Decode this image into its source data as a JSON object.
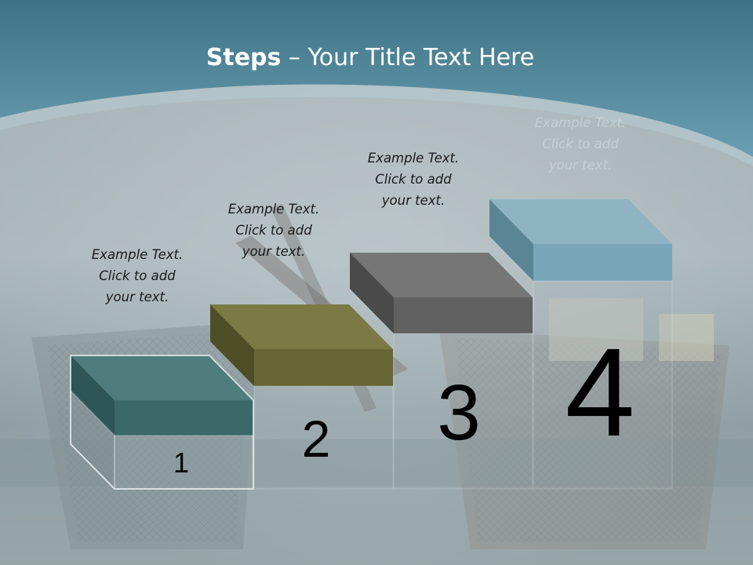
{
  "slide": {
    "title_bold": "Steps",
    "title_rest": " – Your Title Text Here",
    "steps": [
      {
        "number": "1",
        "text_lines": [
          "Example Text.",
          "Click  to add",
          "your text."
        ],
        "color": "#3a6e6e"
      },
      {
        "number": "2",
        "text_lines": [
          "Example Text.",
          "Click  to add",
          "your text."
        ],
        "color": "#6a6a34"
      },
      {
        "number": "3",
        "text_lines": [
          "Example Text.",
          "Click  to add",
          "your text."
        ],
        "color": "#5e5e5e"
      },
      {
        "number": "4",
        "text_lines": [
          "Example Text.",
          "Click  to add",
          "your text."
        ],
        "color": "#7ba7b6"
      }
    ]
  },
  "colors": {
    "banner": "#4a7f92",
    "banner_light": "#7fb0c2",
    "accent": "#5a94a8"
  }
}
